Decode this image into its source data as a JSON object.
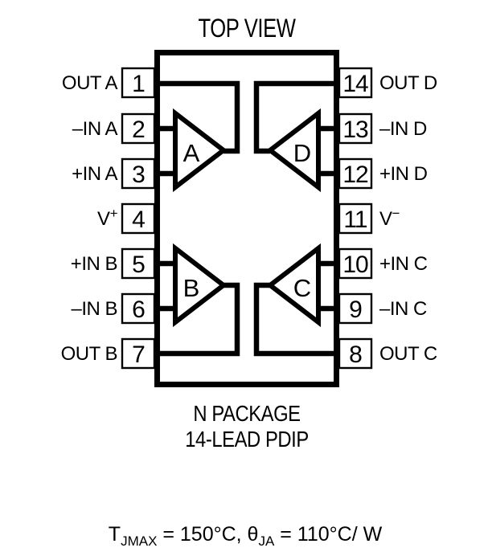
{
  "title": "TOP VIEW",
  "package": {
    "name_line1": "N PACKAGE",
    "name_line2": "14-LEAD PDIP"
  },
  "opamps": {
    "a": "A",
    "b": "B",
    "c": "C",
    "d": "D"
  },
  "pins": {
    "left": [
      {
        "number": "1",
        "label": "OUT A",
        "sup": ""
      },
      {
        "number": "2",
        "label": "–IN A",
        "sup": ""
      },
      {
        "number": "3",
        "label": "+IN A",
        "sup": ""
      },
      {
        "number": "4",
        "label": "V",
        "sup": "+"
      },
      {
        "number": "5",
        "label": "+IN B",
        "sup": ""
      },
      {
        "number": "6",
        "label": "–IN B",
        "sup": ""
      },
      {
        "number": "7",
        "label": "OUT B",
        "sup": ""
      }
    ],
    "right": [
      {
        "number": "14",
        "label": "OUT D",
        "sup": ""
      },
      {
        "number": "13",
        "label": "–IN D",
        "sup": ""
      },
      {
        "number": "12",
        "label": "+IN D",
        "sup": ""
      },
      {
        "number": "11",
        "label": "V",
        "sup": "−"
      },
      {
        "number": "10",
        "label": "+IN C",
        "sup": ""
      },
      {
        "number": "9",
        "label": "–IN C",
        "sup": ""
      },
      {
        "number": "8",
        "label": "OUT C",
        "sup": ""
      }
    ]
  },
  "thermal_note": {
    "t_prefix": "T",
    "t_sub": "JMAX",
    "mid": " = 150°C, θ",
    "theta_sub": "JA",
    "end": " = 110°C/ W"
  },
  "colors": {
    "ink": "#000000",
    "background": "#ffffff"
  }
}
